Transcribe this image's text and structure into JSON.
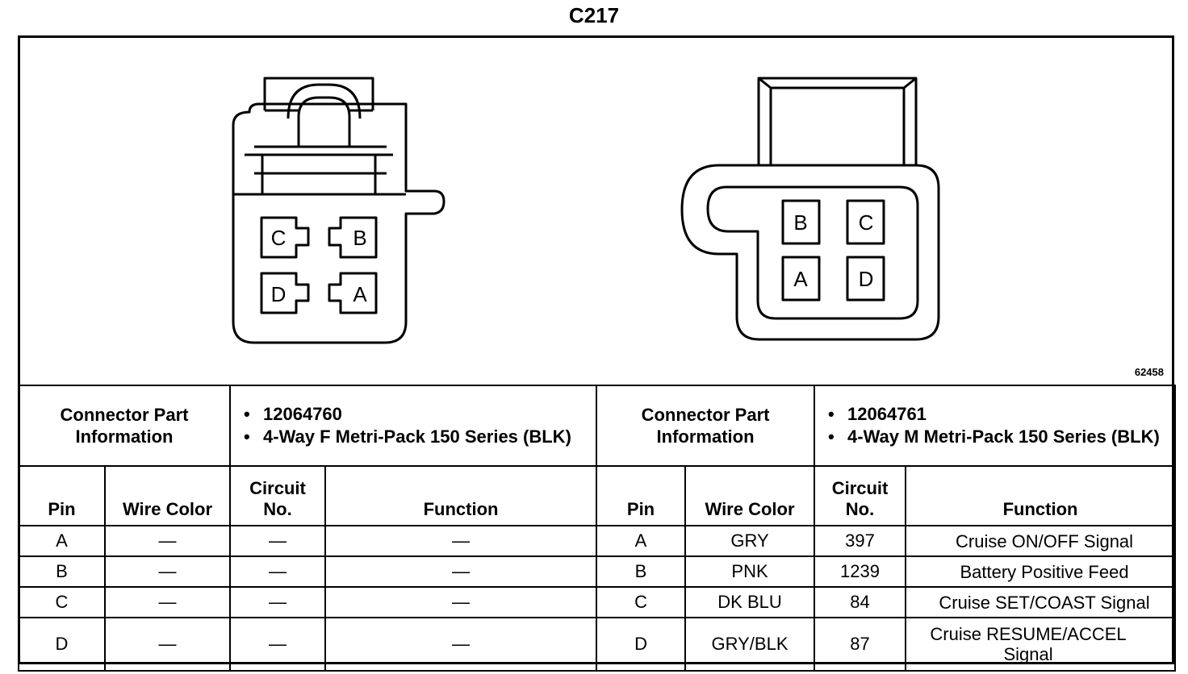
{
  "title": "C217",
  "figure_number": "62458",
  "left_connector": {
    "pins": [
      "C",
      "B",
      "D",
      "A"
    ],
    "info_label": "Connector Part Information",
    "part_info": [
      "12064760",
      "4-Way F Metri-Pack 150 Series (BLK)"
    ]
  },
  "right_connector": {
    "pins": [
      "B",
      "C",
      "A",
      "D"
    ],
    "info_label": "Connector Part Information",
    "part_info": [
      "12064761",
      "4-Way M Metri-Pack 150 Series (BLK)"
    ]
  },
  "columns": {
    "pin": "Pin",
    "wire_color_left": "Wire Color",
    "circuit": "Circuit No.",
    "function": "Function",
    "wire_color_right": "Wire Color"
  },
  "rows": [
    {
      "pin": "A",
      "l_wire": "—",
      "l_circuit": "—",
      "l_function": "—",
      "r_pin": "A",
      "r_wire": "GRY",
      "r_circuit": "397",
      "r_function": "Cruise ON/OFF Signal"
    },
    {
      "pin": "B",
      "l_wire": "—",
      "l_circuit": "—",
      "l_function": "—",
      "r_pin": "B",
      "r_wire": "PNK",
      "r_circuit": "1239",
      "r_function": "Battery Positive Feed"
    },
    {
      "pin": "C",
      "l_wire": "—",
      "l_circuit": "—",
      "l_function": "—",
      "r_pin": "C",
      "r_wire": "DK BLU",
      "r_circuit": "84",
      "r_function": "Cruise SET/COAST Signal"
    },
    {
      "pin": "D",
      "l_wire": "—",
      "l_circuit": "—",
      "l_function": "—",
      "r_pin": "D",
      "r_wire": "GRY/BLK",
      "r_circuit": "87",
      "r_function": "Cruise RESUME/ACCEL Signal"
    }
  ]
}
